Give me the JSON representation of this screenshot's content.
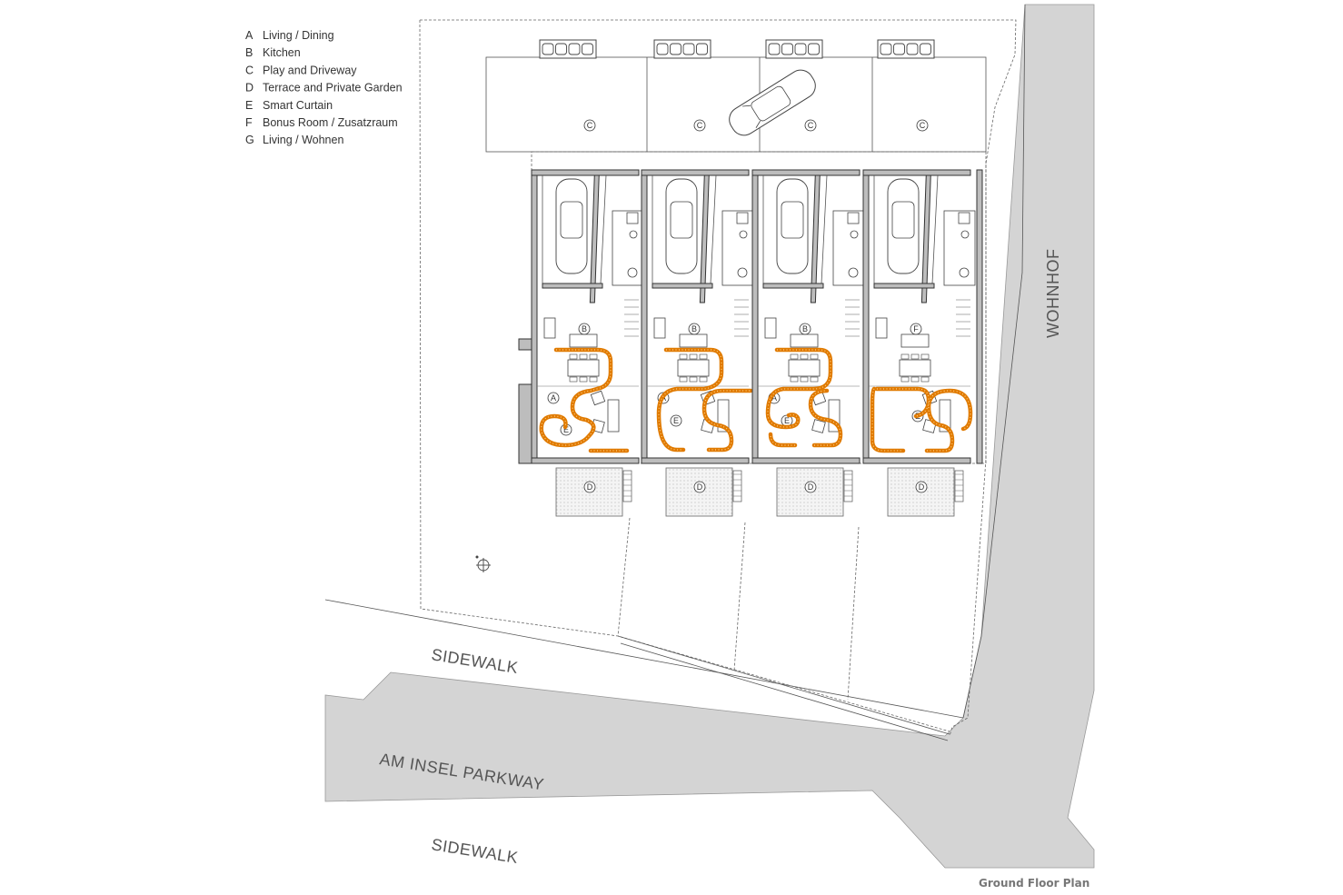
{
  "legend": [
    {
      "key": "A",
      "label": "Living / Dining"
    },
    {
      "key": "B",
      "label": "Kitchen"
    },
    {
      "key": "C",
      "label": "Play and Driveway"
    },
    {
      "key": "D",
      "label": "Terrace and Private Garden"
    },
    {
      "key": "E",
      "label": "Smart Curtain"
    },
    {
      "key": "F",
      "label": "Bonus Room / Zusatzraum"
    },
    {
      "key": "G",
      "label": "Living / Wohnen"
    }
  ],
  "streets": {
    "sidewalk_upper": "SIDEWALK",
    "parkway": "AM INSEL PARKWAY",
    "sidewalk_lower": "SIDEWALK",
    "wohnhof": "WOHNHOF"
  },
  "room_markers": {
    "driveway": "C",
    "kitchen": "B",
    "bonus": "F",
    "living": "A",
    "curtain": "E",
    "garden": "D"
  },
  "units": [
    {
      "upper_room": "B",
      "has_living_label": true
    },
    {
      "upper_room": "B",
      "has_living_label": true
    },
    {
      "upper_room": "B",
      "has_living_label": true
    },
    {
      "upper_room": "F",
      "has_living_label": false
    }
  ],
  "caption": "Ground Floor Plan",
  "colors": {
    "curtain": "#e07a00",
    "road": "#d4d4d4",
    "wall": "#bdbdbd"
  }
}
